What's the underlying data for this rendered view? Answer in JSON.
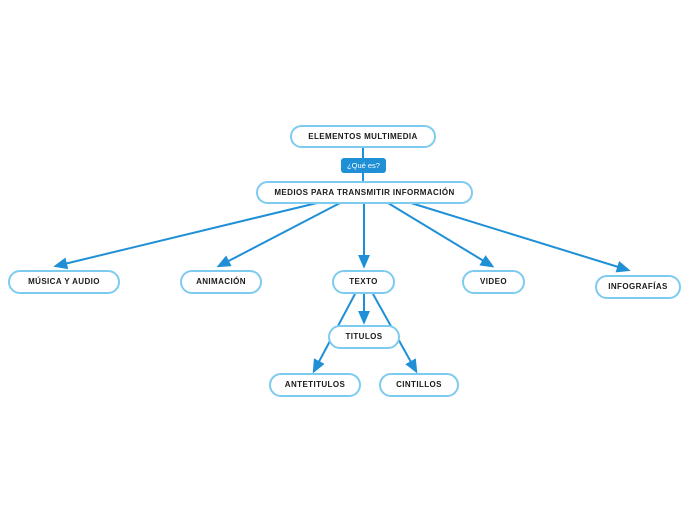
{
  "diagram": {
    "type": "mindmap",
    "title": "ELEMENTOS MULTIMEDIA",
    "background_color": "#ffffff",
    "node_border_color": "#7ecbf0",
    "node_fill_color": "#ffffff",
    "edge_color": "#1f8fd6",
    "tag_fill_color": "#1f8fd6",
    "tag_text_color": "#ffffff",
    "text_color": "#1a1a1a"
  },
  "nodes": {
    "root": {
      "label": "ELEMENTOS MULTIMEDIA"
    },
    "medios": {
      "label": "MEDIOS PARA TRANSMITIR INFORMACIÓN"
    },
    "musica": {
      "label": "MÚSICA Y AUDIO"
    },
    "animacion": {
      "label": "ANIMACIÓN"
    },
    "texto": {
      "label": "TEXTO"
    },
    "video": {
      "label": "VIDEO"
    },
    "infografias": {
      "label": "INFOGRAFÍAS"
    },
    "titulos": {
      "label": "TITULOS"
    },
    "antetitulos": {
      "label": "ANTETITULOS"
    },
    "cintillos": {
      "label": "CINTILLOS"
    }
  },
  "edge_labels": {
    "que_es": "¿Qué es?"
  },
  "edges": [
    {
      "from": "root",
      "to": "medios",
      "label": "¿Qué es?"
    },
    {
      "from": "medios",
      "to": "musica",
      "label": ""
    },
    {
      "from": "medios",
      "to": "animacion",
      "label": ""
    },
    {
      "from": "medios",
      "to": "texto",
      "label": ""
    },
    {
      "from": "medios",
      "to": "video",
      "label": ""
    },
    {
      "from": "medios",
      "to": "infografias",
      "label": ""
    },
    {
      "from": "texto",
      "to": "titulos",
      "label": ""
    },
    {
      "from": "texto",
      "to": "antetitulos",
      "label": ""
    },
    {
      "from": "texto",
      "to": "cintillos",
      "label": ""
    }
  ]
}
